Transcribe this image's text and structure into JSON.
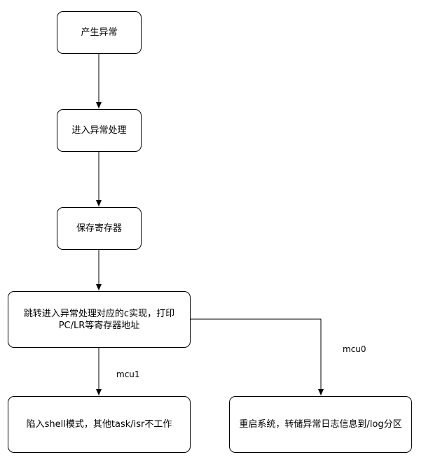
{
  "nodes": {
    "exception_raised": "产生异常",
    "enter_handler": "进入异常处理",
    "save_registers": "保存寄存器",
    "jump_c_impl": "跳转进入异常处理对应的c实现，打印PC/LR等寄存器地址",
    "shell_mode": "陷入shell模式，其他task/isr不工作",
    "reboot_log": "重启系统，转储异常日志信息到/log分区"
  },
  "edges": {
    "mcu1": "mcu1",
    "mcu0": "mcu0"
  },
  "colors": {
    "stroke": "#000000",
    "background": "#ffffff"
  }
}
